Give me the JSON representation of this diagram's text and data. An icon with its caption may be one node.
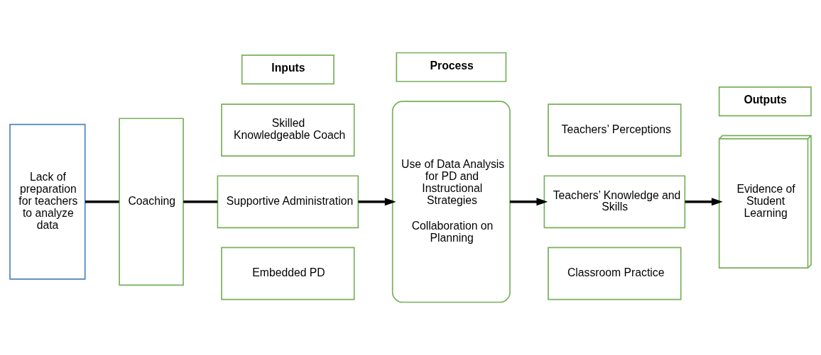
{
  "diagram": {
    "nodes": [
      {
        "text": [
          "Inputs"
        ]
      },
      {
        "text": [
          "Process"
        ]
      },
      {
        "text": [
          "Outputs"
        ]
      },
      {
        "text": [
          "Lack of preparation for teachers to analyze data"
        ]
      },
      {
        "text": [
          "Coaching"
        ]
      },
      {
        "text": [
          "Skilled Knowledgeable Coach"
        ]
      },
      {
        "text": [
          "Supportive Administration"
        ]
      },
      {
        "text": [
          "Embedded PD"
        ]
      },
      {
        "text": [
          "Use of Data Analysis for PD and Instructional Strategies",
          "Collaboration on Planning"
        ]
      },
      {
        "text": [
          "Teachers’ Perceptions"
        ]
      },
      {
        "text": [
          "Teachers’ Knowledge and Skills"
        ]
      },
      {
        "text": [
          "Classroom Practice"
        ]
      },
      {
        "text": [
          "Evidence of Student Learning"
        ]
      }
    ],
    "edges": [
      {
        "from": 3,
        "to": 4,
        "arrow": "none"
      },
      {
        "from": 4,
        "to": 6,
        "arrow": "none"
      },
      {
        "from": 6,
        "to": 8,
        "arrow": "to"
      },
      {
        "from": 8,
        "to": 10,
        "arrow": "to"
      },
      {
        "from": 10,
        "to": 12,
        "arrow": "to"
      }
    ]
  }
}
